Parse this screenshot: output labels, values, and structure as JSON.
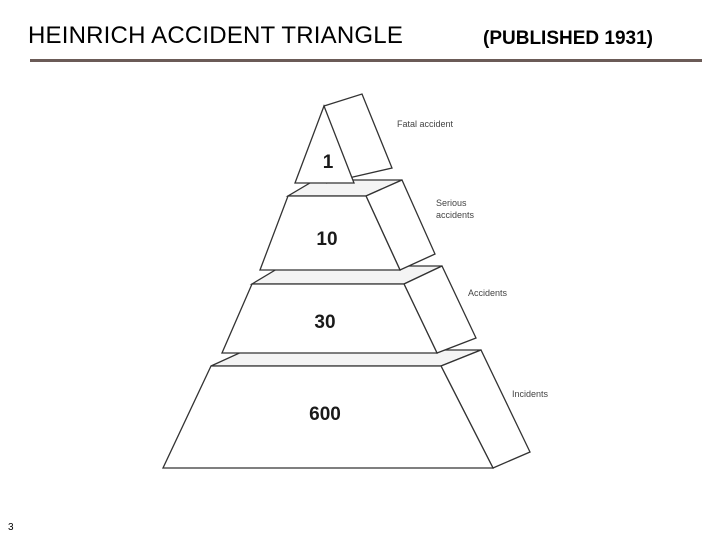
{
  "slide": {
    "title": "HEINRICH ACCIDENT TRIANGLE",
    "subtitle": "(PUBLISHED 1931)",
    "page_number": "3"
  },
  "pyramid": {
    "levels": [
      {
        "value": "1",
        "label_lines": [
          "Fatal accident"
        ]
      },
      {
        "value": "10",
        "label_lines": [
          "Serious",
          "accidents"
        ]
      },
      {
        "value": "30",
        "label_lines": [
          "Accidents"
        ]
      },
      {
        "value": "600",
        "label_lines": [
          "Incidents"
        ]
      }
    ]
  }
}
